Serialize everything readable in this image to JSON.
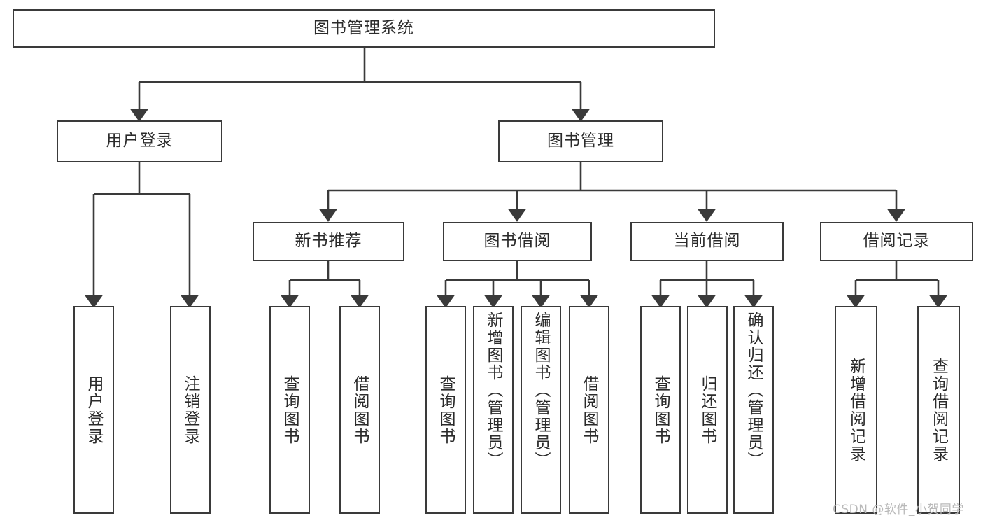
{
  "diagram": {
    "title": "图书管理系统",
    "type": "tree-hierarchy-chart",
    "root": {
      "id": "root",
      "label": "图书管理系统"
    },
    "level1": [
      {
        "id": "user-login",
        "label": "用户登录"
      },
      {
        "id": "book-manage",
        "label": "图书管理"
      }
    ],
    "level2": [
      {
        "id": "new-book-rec",
        "label": "新书推荐"
      },
      {
        "id": "book-borrow",
        "label": "图书借阅"
      },
      {
        "id": "current-borrow",
        "label": "当前借阅"
      },
      {
        "id": "borrow-record",
        "label": "借阅记录"
      }
    ],
    "leaves": {
      "user_login": [
        {
          "id": "leaf-user-login",
          "label": "用户登录"
        },
        {
          "id": "leaf-logout",
          "label": "注销登录"
        }
      ],
      "new_book_rec": [
        {
          "id": "leaf-query-book-1",
          "label": "查询图书"
        },
        {
          "id": "leaf-borrow-book-1",
          "label": "借阅图书"
        }
      ],
      "book_borrow": [
        {
          "id": "leaf-query-book-2",
          "label": "查询图书"
        },
        {
          "id": "leaf-add-book",
          "label": "新增图书（管理员）"
        },
        {
          "id": "leaf-edit-book",
          "label": "编辑图书（管理员）"
        },
        {
          "id": "leaf-borrow-book-2",
          "label": "借阅图书"
        }
      ],
      "current_borrow": [
        {
          "id": "leaf-query-book-3",
          "label": "查询图书"
        },
        {
          "id": "leaf-return-book",
          "label": "归还图书"
        },
        {
          "id": "leaf-confirm-return",
          "label": "确认归还（管理员）"
        }
      ],
      "borrow_record": [
        {
          "id": "leaf-add-record",
          "label": "新增借阅记录"
        },
        {
          "id": "leaf-query-record",
          "label": "查询借阅记录"
        }
      ]
    },
    "colors": {
      "stroke": "#3a3a3a",
      "text": "#2b2b2b",
      "background": "#ffffff",
      "watermark": "#b9b9b9"
    }
  },
  "watermark": {
    "text": "CSDN @软件_小贺同学"
  }
}
